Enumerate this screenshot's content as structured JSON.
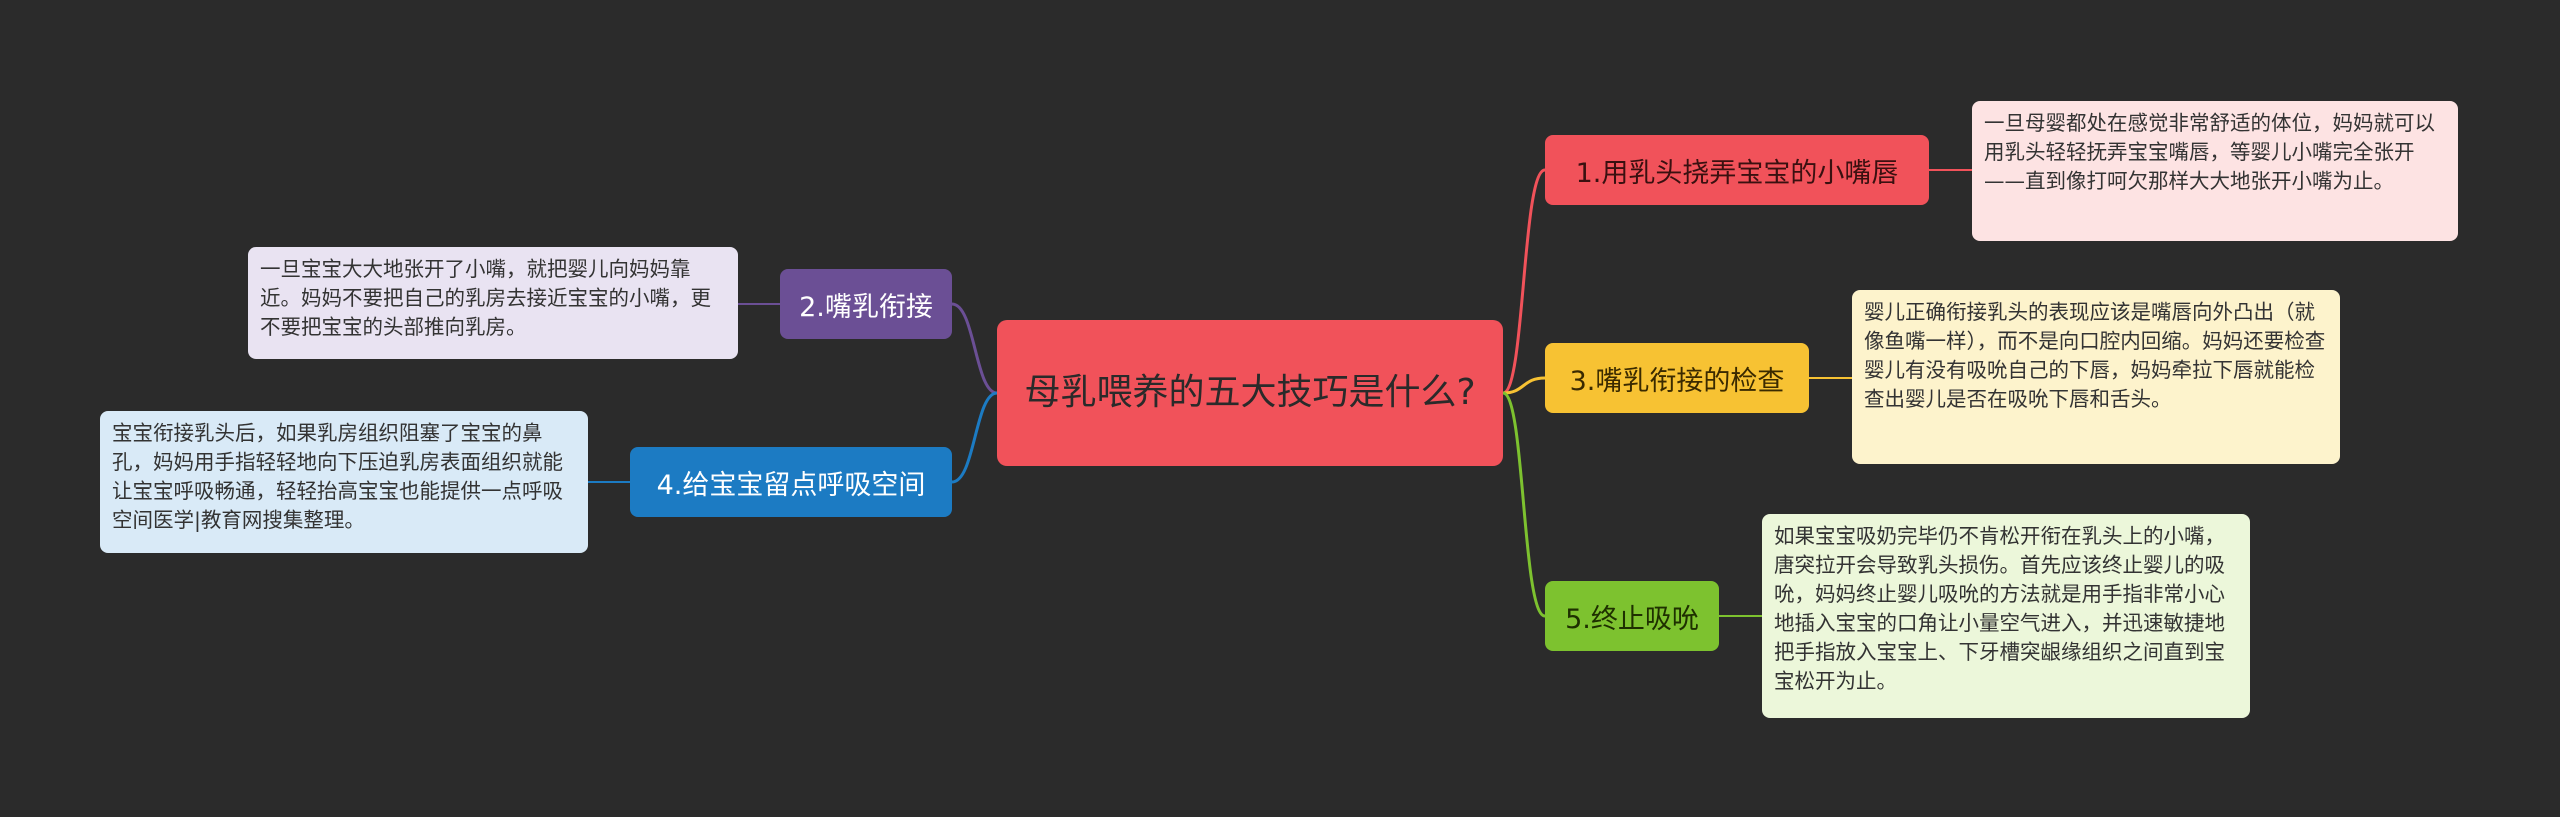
{
  "center": {
    "title": "母乳喂养的五大技巧是什么?"
  },
  "branches": [
    {
      "label": "1.用乳头挠弄宝宝的小嘴唇",
      "color": "#f1525a",
      "detail": "一旦母婴都处在感觉非常舒适的体位，妈妈就可以用乳头轻轻抚弄宝宝嘴唇，等婴儿小嘴完全张开——直到像打呵欠那样大大地张开小嘴为止。"
    },
    {
      "label": "2.嘴乳衔接",
      "color": "#6b4f95",
      "detail": "一旦宝宝大大地张开了小嘴，就把婴儿向妈妈靠近。妈妈不要把自己的乳房去接近宝宝的小嘴，更不要把宝宝的头部推向乳房。"
    },
    {
      "label": "3.嘴乳衔接的检查",
      "color": "#f7c233",
      "detail": "婴儿正确衔接乳头的表现应该是嘴唇向外凸出（就像鱼嘴一样），而不是向口腔内回缩。妈妈还要检查婴儿有没有吸吮自己的下唇，妈妈牵拉下唇就能检查出婴儿是否在吸吮下唇和舌头。"
    },
    {
      "label": "4.给宝宝留点呼吸空间",
      "color": "#1c7bc3",
      "detail": "宝宝衔接乳头后，如果乳房组织阻塞了宝宝的鼻孔，妈妈用手指轻轻地向下压迫乳房表面组织就能让宝宝呼吸畅通，轻轻抬高宝宝也能提供一点呼吸空间医学|教育网搜集整理。"
    },
    {
      "label": "5.终止吸吮",
      "color": "#7dc22f",
      "detail": "如果宝宝吸奶完毕仍不肯松开衔在乳头上的小嘴，唐突拉开会导致乳头损伤。首先应该终止婴儿的吸吮，妈妈终止婴儿吸吮的方法就是用手指非常小心地插入宝宝的口角让小量空气进入，并迅速敏捷地把手指放入宝宝上、下牙槽突龈缘组织之间直到宝宝松开为止。"
    }
  ]
}
